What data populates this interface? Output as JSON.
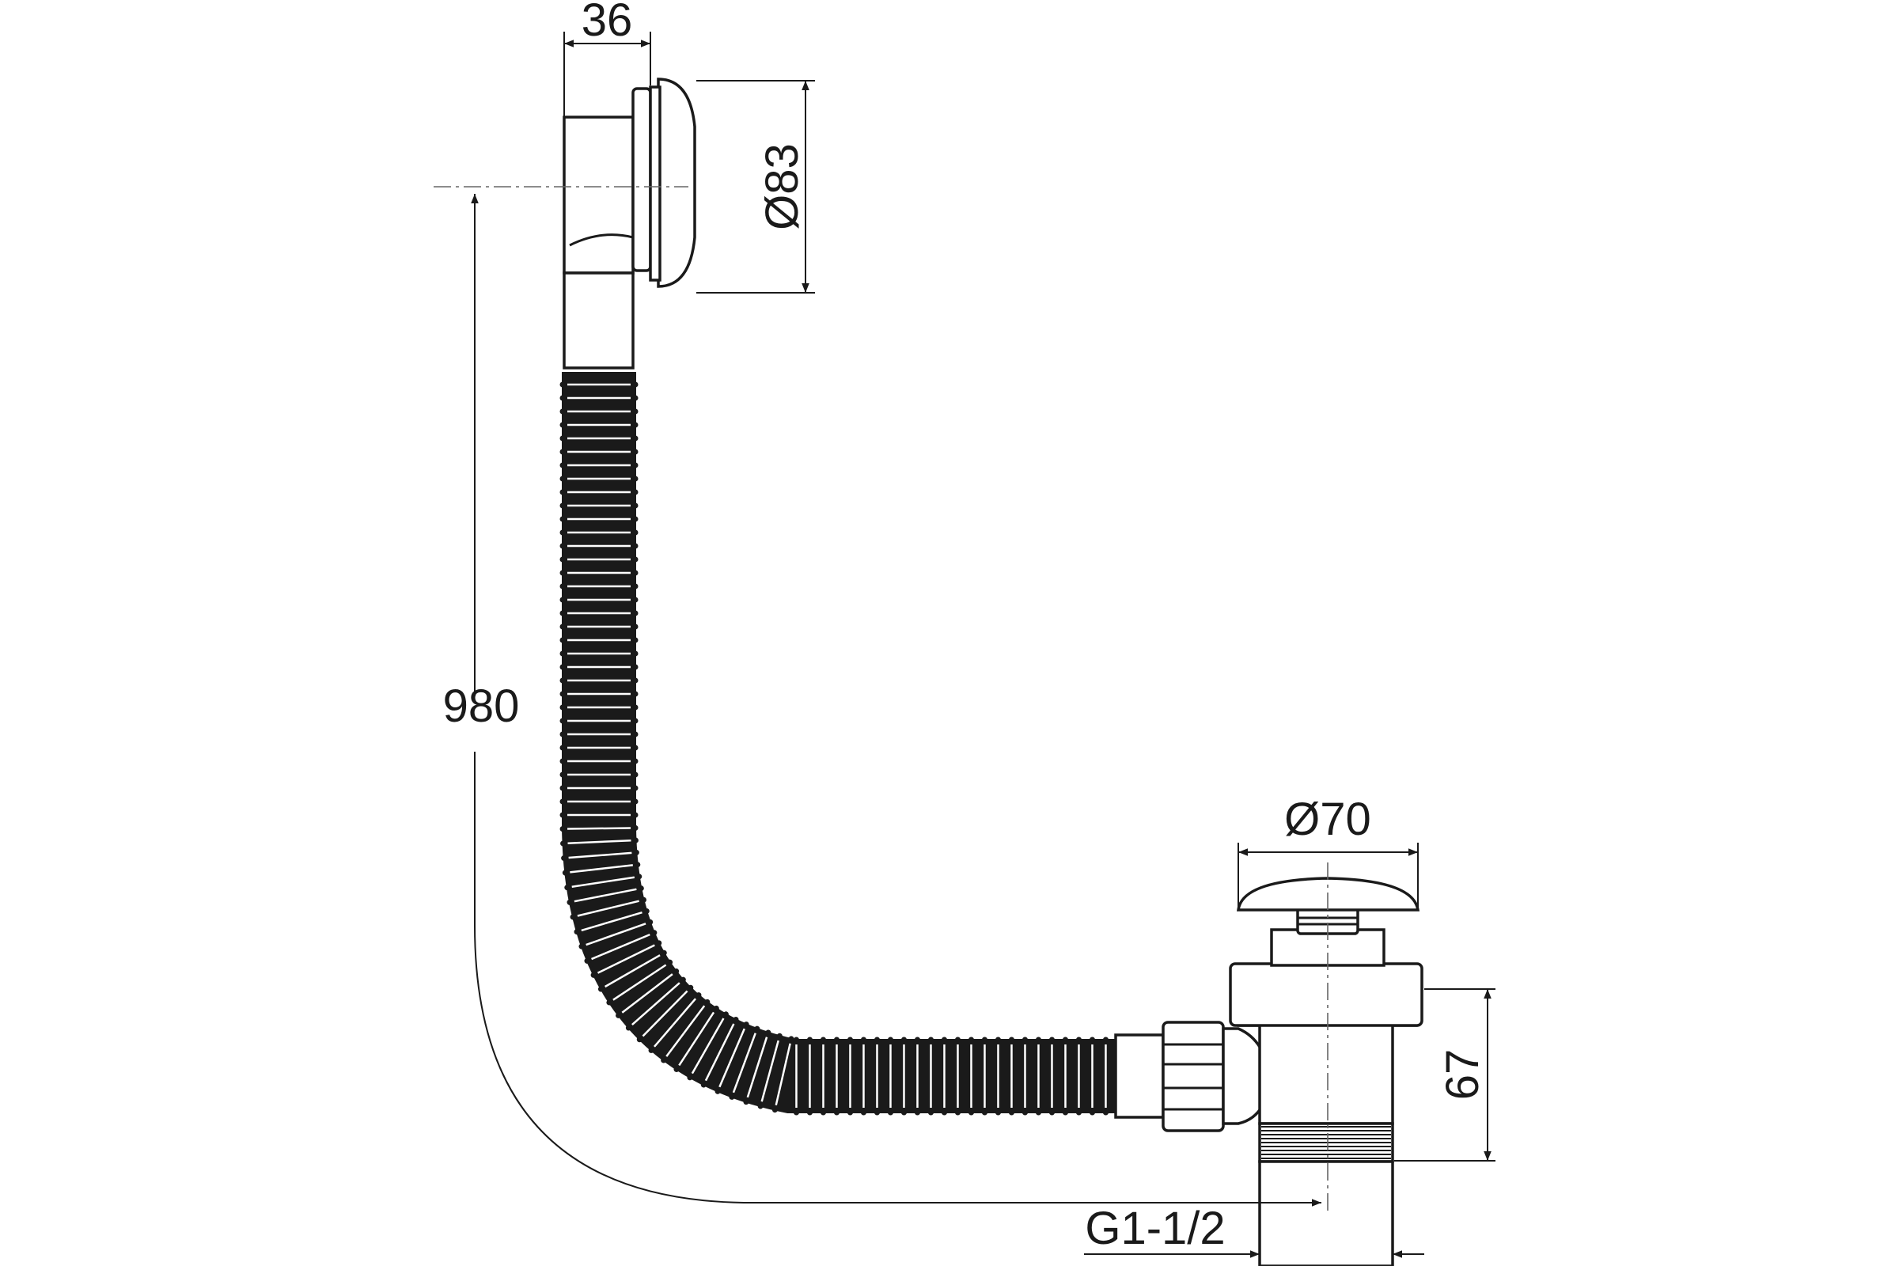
{
  "drawing": {
    "dimensions": {
      "overflow_depth": "36",
      "overflow_diameter": "Ø83",
      "total_length": "980",
      "plug_diameter": "Ø70",
      "waste_height": "67",
      "thread_size": "G1-1/2"
    },
    "colors": {
      "line": "#1a1a1a",
      "centerline": "#666666",
      "background": "#ffffff"
    }
  }
}
